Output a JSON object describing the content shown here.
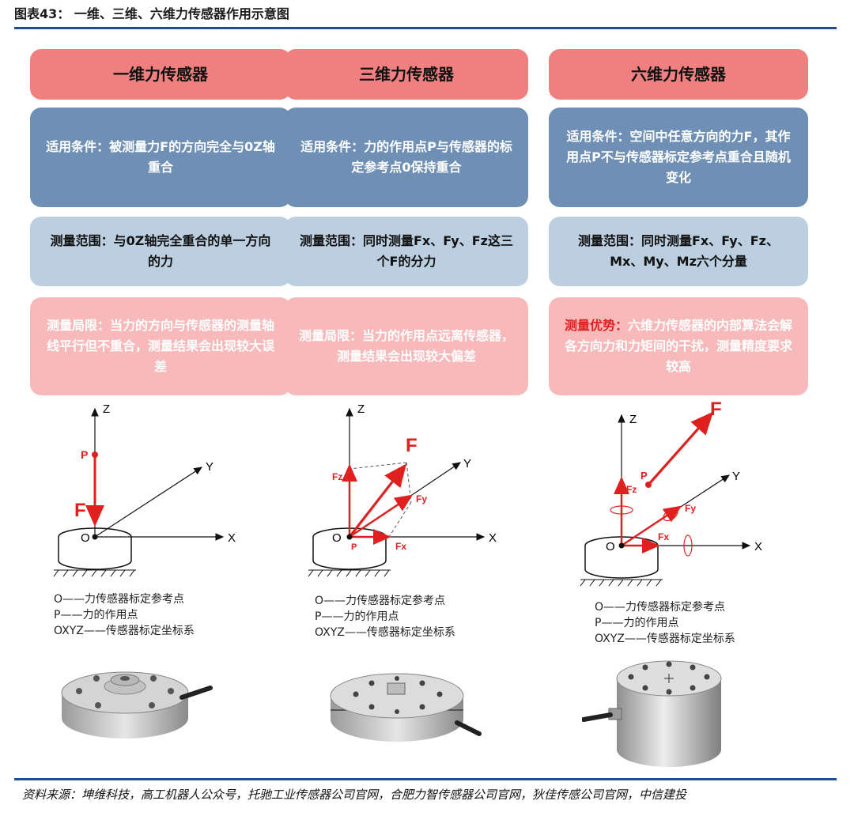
{
  "header": {
    "title": "图表43：  一维、三维、六维力传感器作用示意图"
  },
  "columns": [
    {
      "title": "一维力传感器",
      "condition": "适用条件：被测量力F的方向完全与0Z轴重合",
      "range": "测量范围：与0Z轴完全重合的单一方向的力",
      "limit_prefix": "",
      "limit": "测量局限：当力的方向与传感器的测量轴线平行但不重合，测量结果会出现较大误差"
    },
    {
      "title": "三维力传感器",
      "condition": "适用条件：力的作用点P与传感器的标定参考点0保持重合",
      "range": "测量范围：同时测量Fx、Fy、Fz这三个F的分力",
      "limit_prefix": "",
      "limit": "测量局限：当力的作用点远离传感器，测量结果会出现较大偏差"
    },
    {
      "title": "六维力传感器",
      "condition": "适用条件：空间中任意方向的力F，其作用点P不与传感器标定参考点重合且随机变化",
      "range": "测量范围：同时测量Fx、Fy、Fz、Mx、My、Mz六个分量",
      "limit_prefix": "测量优势：",
      "limit": "六维力传感器的内部算法会解各方向力和力矩间的干扰，测量精度要求较高"
    }
  ],
  "diagram_labels": {
    "x": "X",
    "y": "Y",
    "z": "Z",
    "o": "O",
    "p": "P",
    "f": "F",
    "fx": "Fx",
    "fy": "Fy",
    "fz": "Fz"
  },
  "legend": {
    "o": "O——力传感器标定参考点",
    "p": "P——力的作用点",
    "oxyz": "OXYZ——传感器标定坐标系"
  },
  "footer": {
    "source": "资料来源：坤维科技，高工机器人公众号，托驰工业传感器公司官网，合肥力智传感器公司官网，狄佳传感公司官网，中信建投"
  },
  "colors": {
    "title_box": "#f08080",
    "condition_box": "#6f90b4",
    "range_box": "#bccfe0",
    "limit_box": "#f7b9b9",
    "accent_line": "#1f4e8c",
    "force_red": "#e0201f"
  }
}
